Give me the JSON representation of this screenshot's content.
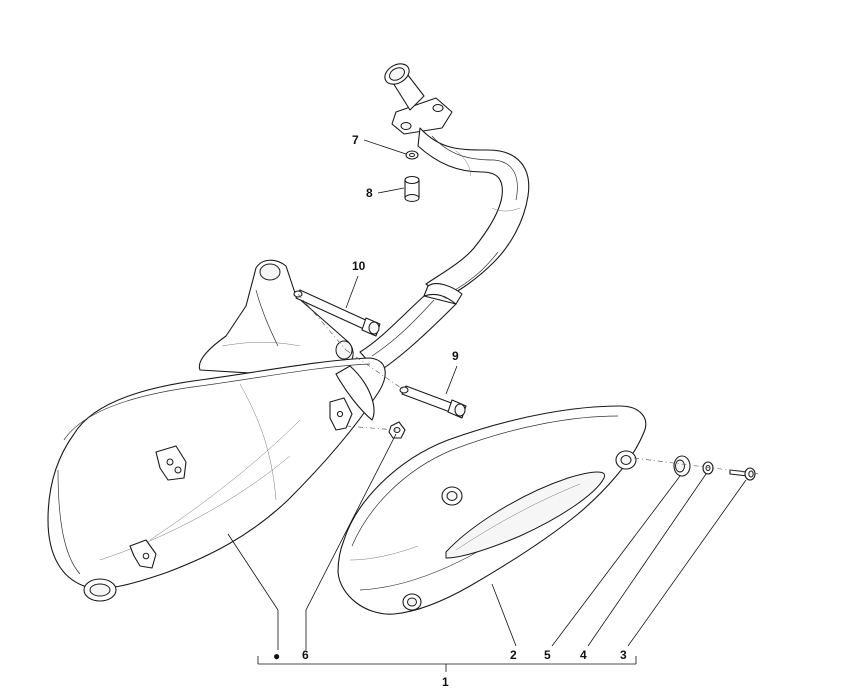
{
  "diagram": {
    "callouts": {
      "assembly": "1",
      "heat_shield": "2",
      "screw": "3",
      "washer": "4",
      "grommet": "5",
      "nut": "6",
      "stud_washer": "7",
      "spacer": "8",
      "bolt_short": "9",
      "bolt_long": "10"
    },
    "assembly_marker": "●"
  }
}
